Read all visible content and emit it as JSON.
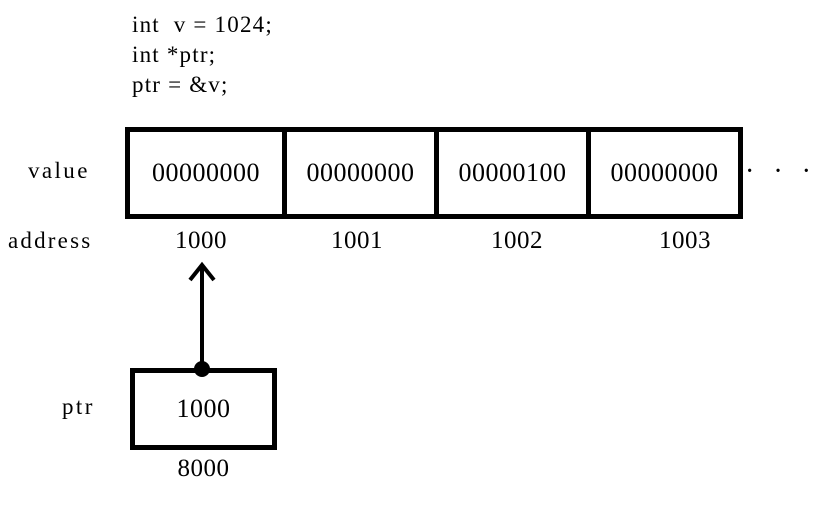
{
  "code": {
    "lines": [
      "int  v = 1024;",
      "int *ptr;",
      "ptr = &v;"
    ]
  },
  "memory": {
    "value_label": "value",
    "address_label": "address",
    "ellipsis": "· · ·",
    "cells": [
      {
        "value": "00000000",
        "address": "1000"
      },
      {
        "value": "00000000",
        "address": "1001"
      },
      {
        "value": "00000100",
        "address": "1002"
      },
      {
        "value": "00000000",
        "address": "1003"
      }
    ]
  },
  "pointer": {
    "label": "ptr",
    "value": "1000",
    "address": "8000"
  },
  "colors": {
    "stroke": "#000000",
    "background": "#ffffff"
  }
}
